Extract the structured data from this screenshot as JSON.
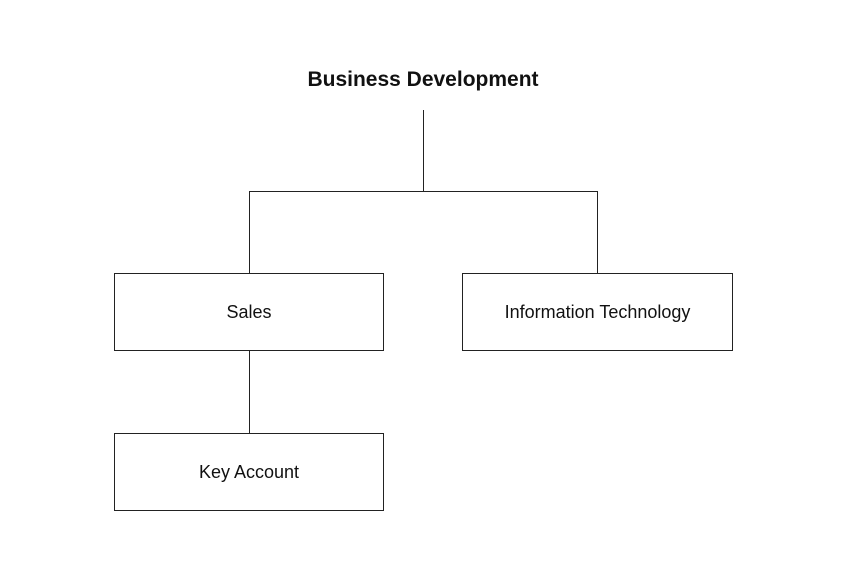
{
  "diagram": {
    "root": "Business Development",
    "nodes": [
      {
        "label": "Sales"
      },
      {
        "label": "Information Technology"
      },
      {
        "label": "Key Account"
      }
    ]
  }
}
